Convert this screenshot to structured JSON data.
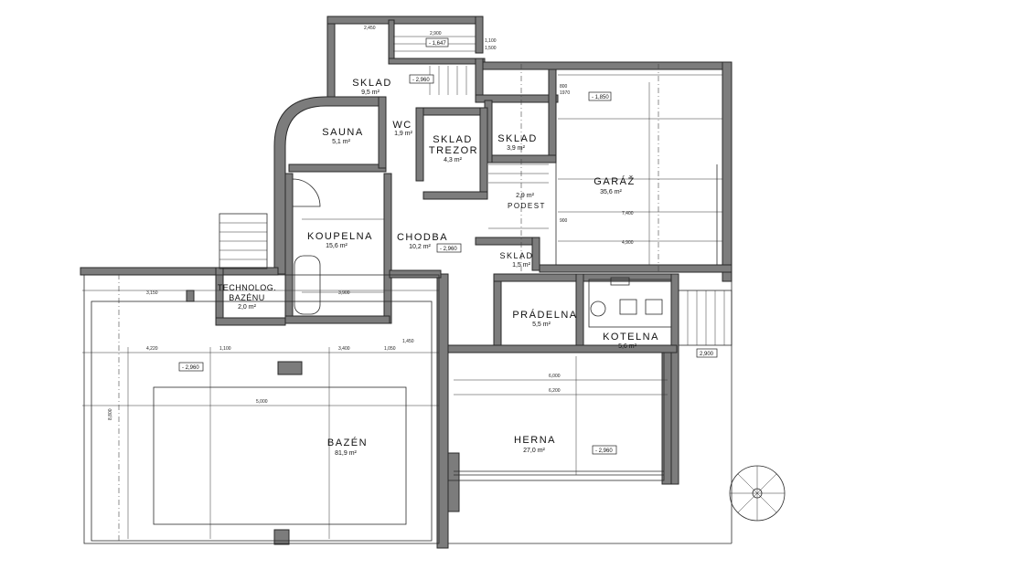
{
  "rooms": [
    {
      "key": "sklad_top",
      "name": "SKLAD",
      "area": "9,5 m²"
    },
    {
      "key": "sauna",
      "name": "SAUNA",
      "area": "5,1 m²"
    },
    {
      "key": "wc",
      "name": "WC",
      "area": "1,9 m²"
    },
    {
      "key": "sklad_trezor",
      "name": "SKLAD",
      "name2": "TREZOR",
      "area": "4,3 m²"
    },
    {
      "key": "sklad_mid",
      "name": "SKLAD",
      "area": "3,9 m²"
    },
    {
      "key": "garaz",
      "name": "GARÁŽ",
      "area": "35,6 m²"
    },
    {
      "key": "podest",
      "name": "PODEST",
      "area": "2,9 m²"
    },
    {
      "key": "koupelna",
      "name": "KOUPELNA",
      "area": "15,6 m²"
    },
    {
      "key": "chodba",
      "name": "CHODBA",
      "area": "10,2 m²"
    },
    {
      "key": "sklad_small",
      "name": "SKLAD",
      "area": "1,5 m²"
    },
    {
      "key": "technolog",
      "name": "TECHNOLOG.",
      "name2": "BAZÉNU",
      "area": "2,0 m²"
    },
    {
      "key": "pradelna",
      "name": "PRÁDELNA",
      "area": "5,5 m²"
    },
    {
      "key": "kotelna",
      "name": "KOTELNA",
      "area": "5,6 m²"
    },
    {
      "key": "bazen",
      "name": "BAZÉN",
      "area": "81,9 m²"
    },
    {
      "key": "herna",
      "name": "HERNA",
      "area": "27,0 m²"
    }
  ],
  "levels": {
    "sklad_top": "- 2,960",
    "stair": "- 1,647",
    "garaz": "- 1,850",
    "chodba": "- 2,960",
    "bazen": "- 2,960",
    "herna": "- 2,960",
    "exterior": "2,900"
  },
  "dims": {
    "d1": "2,900",
    "d2": "1,100",
    "d3": "1,500",
    "d4": "2,450",
    "d5": "3,150",
    "d6": "4,220",
    "d7": "3,900",
    "d8": "5,000",
    "d9": "6,000",
    "d10": "7,400",
    "d11": "4,900",
    "d12": "3,400",
    "d13": "6,200",
    "d14": "8,800",
    "d15": "1,100",
    "d16": "800",
    "d17": "1970",
    "d18": "900",
    "d19": "1,050",
    "d20": "1,450"
  }
}
